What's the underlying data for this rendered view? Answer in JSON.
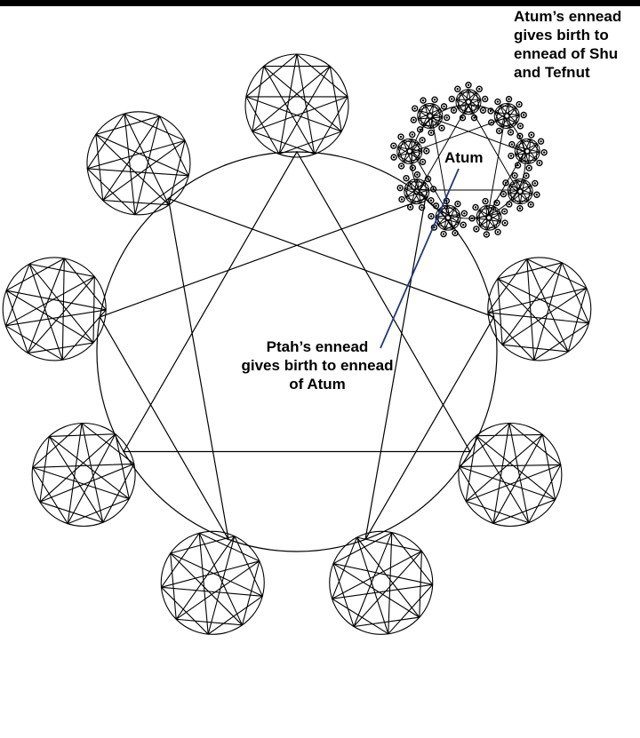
{
  "labels": {
    "atum_ennead": [
      "Atum’s ennead",
      "gives birth to",
      "ennead of Shu",
      "and Tefnut"
    ],
    "atum": "Atum",
    "ptah_ennead": [
      "Ptah’s ennead",
      "gives birth to ennead",
      "of Atum"
    ]
  },
  "colors": {
    "line": "#000000",
    "pointer": "#1f3a7a",
    "background": "#ffffff"
  }
}
